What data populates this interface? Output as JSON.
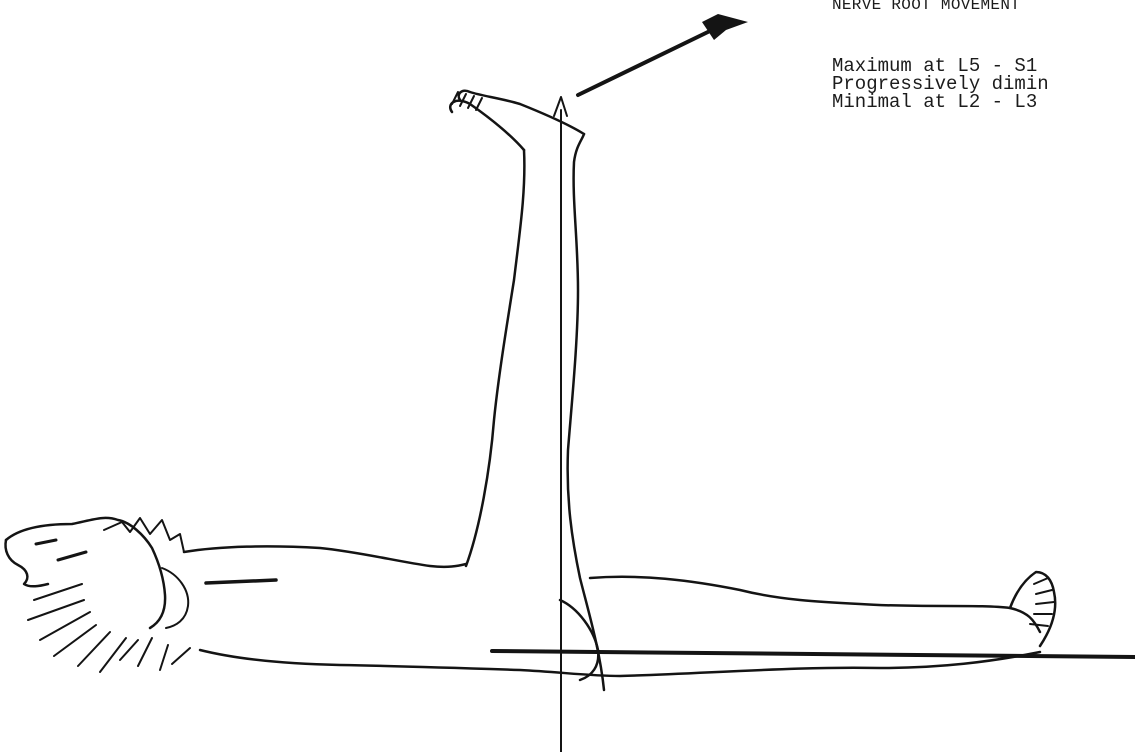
{
  "caption": {
    "heading": "NERVE ROOT MOVEMENT",
    "lines": [
      "Maximum at  L5 - S1",
      "Progressively dimin",
      "Minimal at  L2 - L3"
    ]
  },
  "colors": {
    "ink": "#141414",
    "paper": "#ffffff"
  }
}
